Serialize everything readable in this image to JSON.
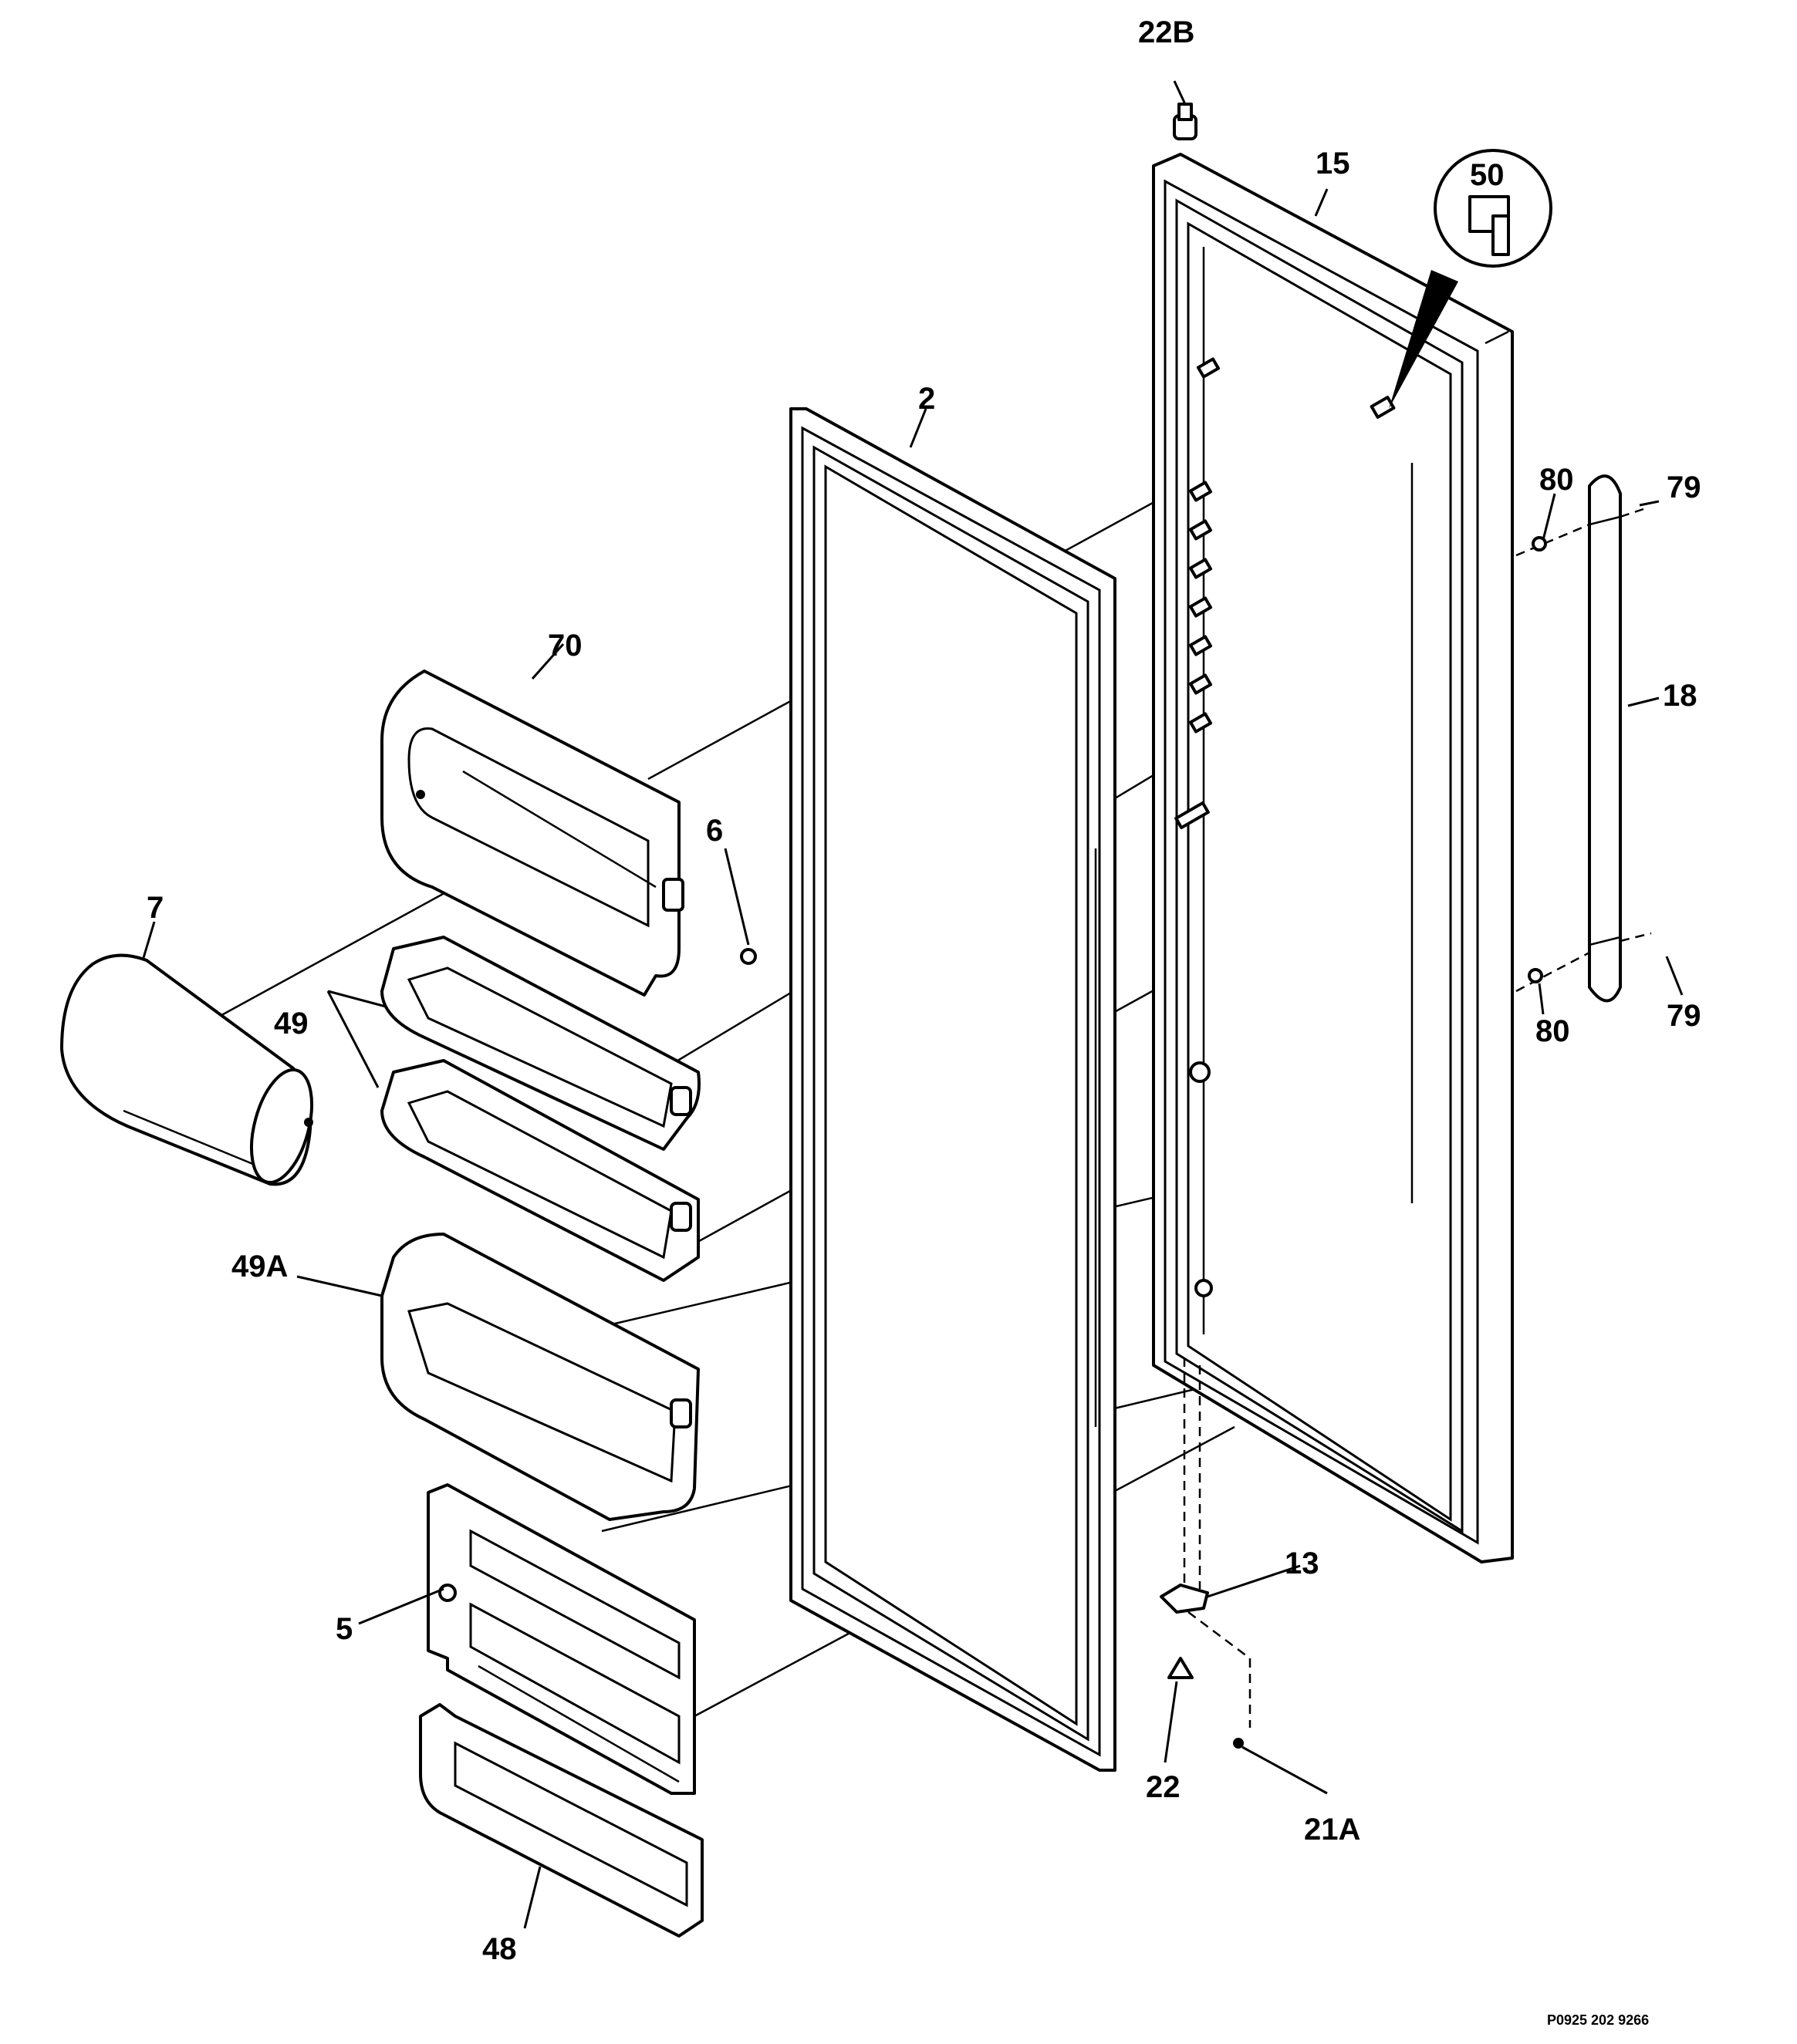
{
  "labels": {
    "p22b": "22B",
    "p15": "15",
    "p50": "50",
    "p2": "2",
    "p80a": "80",
    "p79a": "79",
    "p18": "18",
    "p70": "70",
    "p6": "6",
    "p7": "7",
    "p49": "49",
    "p80b": "80",
    "p79b": "79",
    "p49a": "49A",
    "p13": "13",
    "p5": "5",
    "p22": "22",
    "p21a": "21A",
    "p48": "48"
  },
  "drawing_code": "P0925 202 9266"
}
